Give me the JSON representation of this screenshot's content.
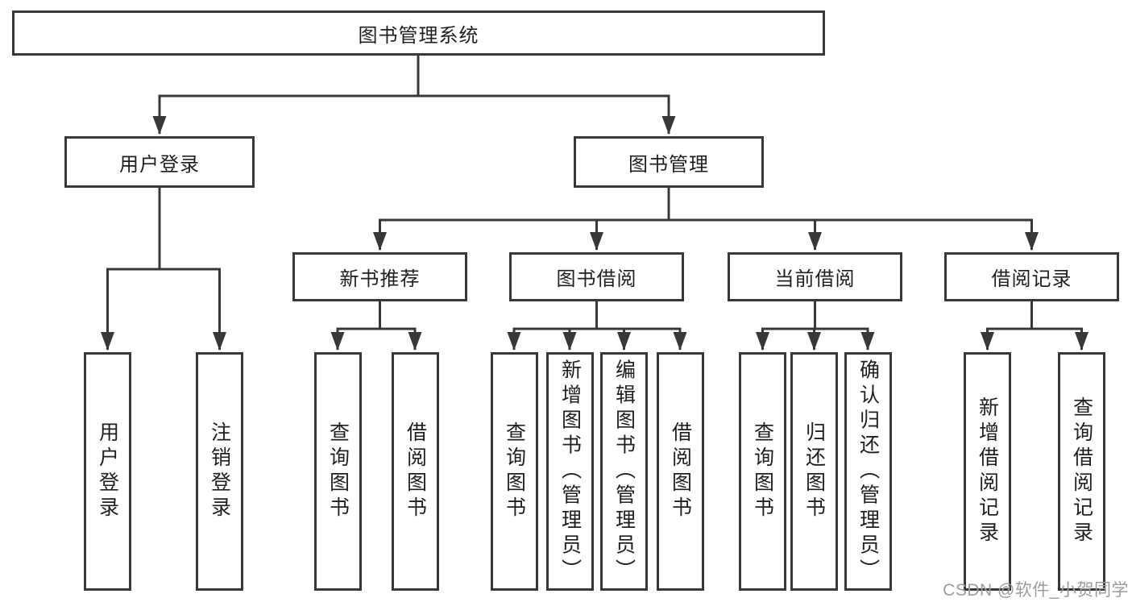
{
  "tree": {
    "label": "图书管理系统",
    "children": [
      {
        "label": "用户登录",
        "children": [
          {
            "label": "用户登录"
          },
          {
            "label": "注销登录"
          }
        ]
      },
      {
        "label": "图书管理",
        "children": [
          {
            "label": "新书推荐",
            "children": [
              {
                "label": "查询图书"
              },
              {
                "label": "借阅图书"
              }
            ]
          },
          {
            "label": "图书借阅",
            "children": [
              {
                "label": "查询图书"
              },
              {
                "label": "新增图书（管理员）"
              },
              {
                "label": "编辑图书（管理员）"
              },
              {
                "label": "借阅图书"
              }
            ]
          },
          {
            "label": "当前借阅",
            "children": [
              {
                "label": "查询图书"
              },
              {
                "label": "归还图书"
              },
              {
                "label": "确认归还（管理员）"
              }
            ]
          },
          {
            "label": "借阅记录",
            "children": [
              {
                "label": "新增借阅记录"
              },
              {
                "label": "查询借阅记录"
              }
            ]
          }
        ]
      }
    ]
  },
  "watermark": "CSDN @软件_小贺同学",
  "colors": {
    "line": "#383838",
    "box_border": "#383838",
    "box_fill": "#ffffff",
    "text": "#1f1f1f",
    "watermark": "#9c9c9c",
    "background": "#ffffff"
  }
}
